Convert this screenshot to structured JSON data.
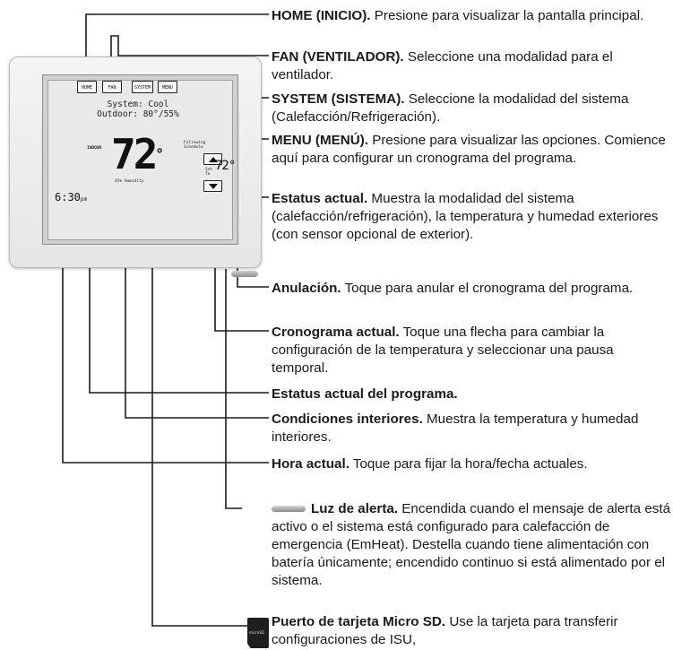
{
  "thermostat": {
    "buttons": {
      "home": "HOME",
      "fan": "FAN",
      "system": "SYSTEM",
      "menu": "MENU"
    },
    "system_line": "System: Cool",
    "outdoor_line": "Outdoor: 80°/55%",
    "indoor_label": "INDOOR",
    "indoor_temp": "72",
    "degree": "°",
    "humidity": "45% Humidity",
    "time": "6:30",
    "time_suffix": "pm",
    "following_schedule": "Following Schedule",
    "set_to": "Set To",
    "set_temp": "72°",
    "sd_card_label": "microSD"
  },
  "callouts": [
    {
      "bold": "HOME (INICIO).",
      "text": " Presione para visualizar la pantalla principal."
    },
    {
      "bold": "FAN (VENTILADOR).",
      "text": " Seleccione una modalidad para el ventilador."
    },
    {
      "bold": "SYSTEM (SISTEMA).",
      "text": " Seleccione la modalidad del sistema (Calefacción/Refrigeración)."
    },
    {
      "bold": "MENU (MENÚ).",
      "text": " Presione para visualizar las opciones. Comience aquí para configurar un cronograma del programa."
    },
    {
      "bold": "Estatus actual.",
      "text": " Muestra la modalidad del sistema (calefacción/refrigeración), la temperatura y humedad exteriores (con sensor opcional de exterior)."
    },
    {
      "bold": "Anulación.",
      "text": " Toque para anular el cronograma del programa."
    },
    {
      "bold": "Cronograma actual.",
      "text": " Toque una flecha para cambiar la configuración de la temperatura y seleccionar una pausa temporal."
    },
    {
      "bold": "Estatus actual del programa.",
      "text": ""
    },
    {
      "bold": "Condiciones interiores.",
      "text": " Muestra la temperatura y humedad interiores."
    },
    {
      "bold": "Hora actual.",
      "text": " Toque para fijar la hora/fecha actuales."
    },
    {
      "bold": "Luz de alerta.",
      "text": " Encendida cuando el mensaje de alerta está activo o el sistema está configurado para calefacción de emergencia (EmHeat). Destella cuando tiene alimentación con batería únicamente; encendido continuo si está alimentado por el sistema."
    },
    {
      "bold": "Puerto de tarjeta Micro SD.",
      "text": " Use la tarjeta para transferir configuraciones de ISU,"
    }
  ]
}
